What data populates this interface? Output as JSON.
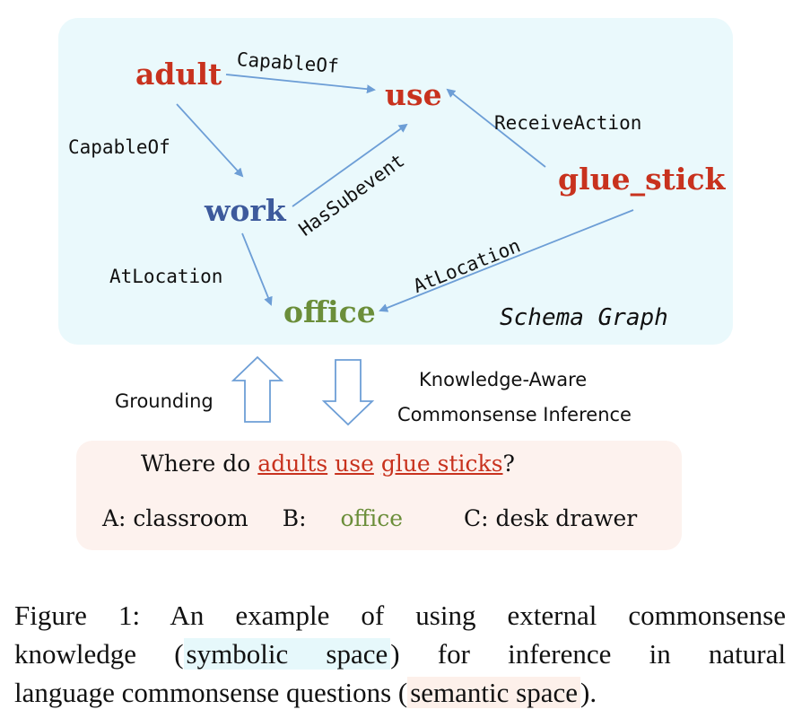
{
  "nodes": {
    "adult": "adult",
    "use": "use",
    "work": "work",
    "glue_stick": "glue_stick",
    "office": "office"
  },
  "relations": {
    "adult_use": "CapableOf",
    "adult_work": "CapableOf",
    "work_use": "HasSubevent",
    "glue_use": "ReceiveAction",
    "work_office": "AtLocation",
    "glue_office": "AtLocation"
  },
  "schema_title": "Schema Graph",
  "grounding_label": "Grounding",
  "inference_label": [
    "Knowledge-Aware",
    "Commonsense Inference"
  ],
  "question": {
    "prefix": "Where do",
    "w1": "adults",
    "w2": "use",
    "w3": "glue sticks",
    "suffix": "?"
  },
  "answers": {
    "a_label": "A: classroom",
    "b_prefix": "B:",
    "b_value": "office",
    "c_label": "C: desk drawer"
  },
  "caption": {
    "l1": "Figure 1: An example of using external commonsense",
    "l2_a": "knowledge (",
    "l2_hl": "symbolic space",
    "l2_b": ") for inference in natural",
    "l3_a": "language commonsense questions (",
    "l3_hl": "semantic space",
    "l3_b": ")."
  },
  "colors": {
    "red_node": "#c8321e",
    "blue_node": "#3d5a9c",
    "green_node": "#6b8e3a",
    "edge": "#6d9ed6",
    "schema_bg": "#eaf9fc",
    "question_bg": "#fdf2ee"
  }
}
